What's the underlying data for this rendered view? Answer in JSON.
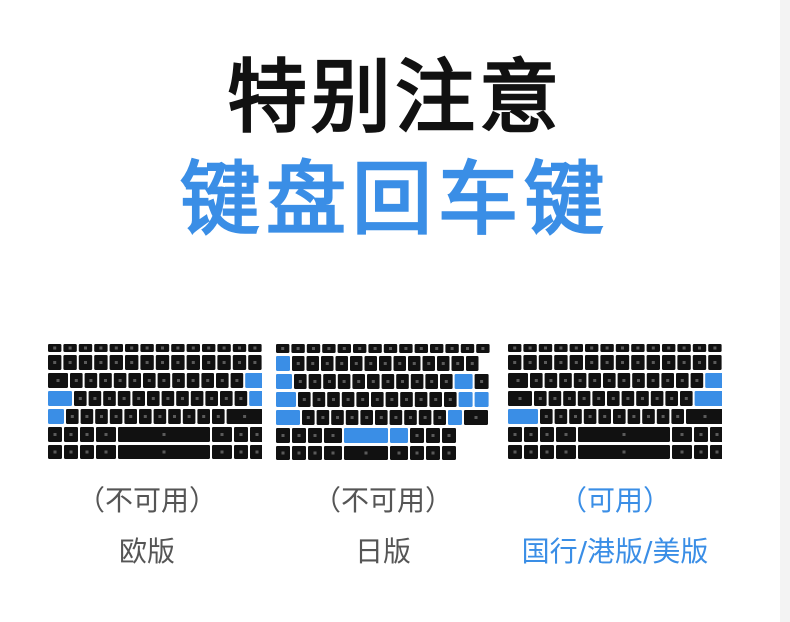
{
  "heading": {
    "line1": "特别注意",
    "line2": "键盘回车键"
  },
  "colors": {
    "accent": "#3a8ee6",
    "key": "#111111",
    "label_gray": "#555555"
  },
  "keyboards": [
    {
      "name": "eu",
      "status": "（不可用）",
      "region": "欧版",
      "usable": false
    },
    {
      "name": "jp",
      "status": "（不可用）",
      "region": "日版",
      "usable": false
    },
    {
      "name": "us",
      "status": "（可用）",
      "region": "国行/港版/美版",
      "usable": true
    }
  ]
}
